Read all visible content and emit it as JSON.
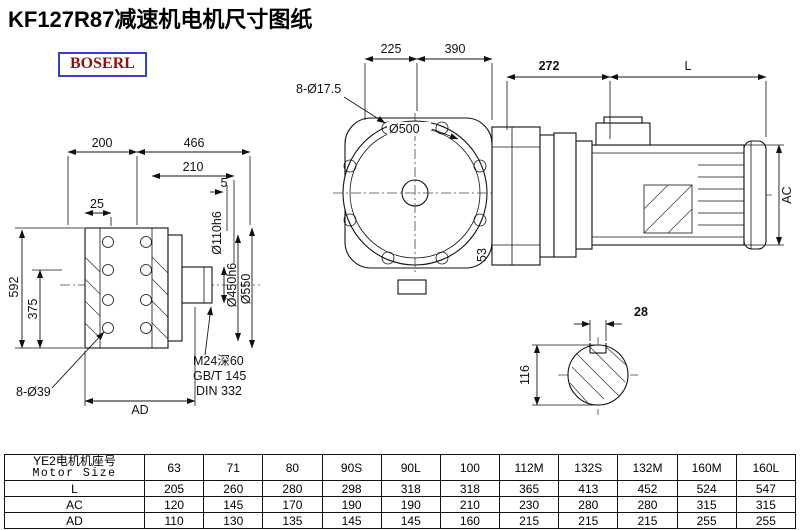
{
  "page": {
    "title": "KF127R87减速机电机尺寸图纸",
    "logo": "BOSERL"
  },
  "drawing": {
    "left_view": {
      "dim_200": "200",
      "dim_466": "466",
      "dim_210": "210",
      "dim_5": "5",
      "dim_25": "25",
      "dim_592": "592",
      "dim_375": "375",
      "holes_label": "8-Ø39",
      "dim_ad": "AD",
      "note_m24": "M24深60",
      "note_gbt": "GB/T 145",
      "note_din": "DIN 332",
      "dia_shaft": "Ø110h6",
      "dia_spigot": "Ø450h6",
      "dia_flange": "Ø550"
    },
    "front_view": {
      "holes_label": "8-Ø17.5",
      "dim_225": "225",
      "dim_390": "390",
      "dia_500": "Ø500",
      "dim_272": "272",
      "dim_L": "L",
      "dim_AC": "AC",
      "dim_53": "53"
    },
    "shaft_view": {
      "dim_28": "28",
      "dim_116": "116"
    }
  },
  "table": {
    "col0_line1": "YE2电机机座号",
    "col0_line2": "Motor Size",
    "sizes": [
      "63",
      "71",
      "80",
      "90S",
      "90L",
      "100",
      "112M",
      "132S",
      "132M",
      "160M",
      "160L"
    ],
    "rows": [
      {
        "label": "L",
        "values": [
          "205",
          "260",
          "280",
          "298",
          "318",
          "318",
          "365",
          "413",
          "452",
          "524",
          "547"
        ]
      },
      {
        "label": "AC",
        "values": [
          "120",
          "145",
          "170",
          "190",
          "190",
          "210",
          "230",
          "280",
          "280",
          "315",
          "315"
        ]
      },
      {
        "label": "AD",
        "values": [
          "110",
          "130",
          "135",
          "145",
          "145",
          "160",
          "215",
          "215",
          "215",
          "255",
          "255"
        ]
      }
    ]
  }
}
